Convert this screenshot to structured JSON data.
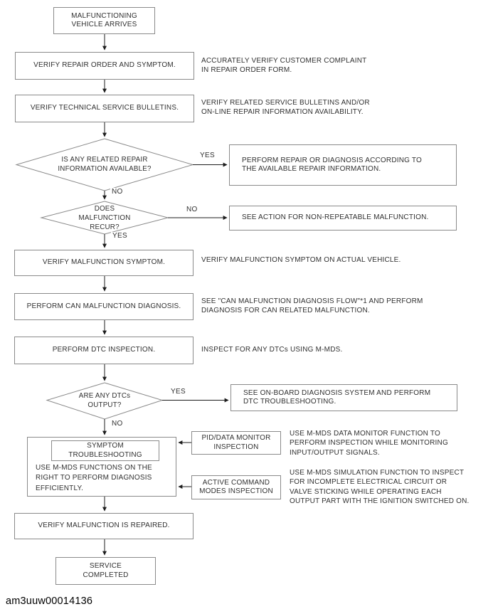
{
  "footer_code": "am3uuw00014136",
  "labels": {
    "yes": "YES",
    "no": "NO"
  },
  "flow": {
    "start": "MALFUNCTIONING\nVEHICLE ARRIVES",
    "verify_repair_order": "VERIFY REPAIR ORDER AND SYMPTOM.",
    "note_repair_order": "ACCURATELY VERIFY CUSTOMER COMPLAINT\nIN REPAIR ORDER FORM.",
    "verify_tsb": "VERIFY TECHNICAL SERVICE BULLETINS.",
    "note_tsb": "VERIFY RELATED SERVICE BULLETINS AND/OR\nON-LINE REPAIR INFORMATION AVAILABILITY.",
    "decision_repair_info": "IS ANY RELATED REPAIR\nINFORMATION AVAILABLE?",
    "perform_repair": "PERFORM REPAIR OR DIAGNOSIS ACCORDING TO\nTHE AVAILABLE REPAIR INFORMATION.",
    "decision_recur": "DOES\nMALFUNCTION\nRECUR?",
    "see_action_non_repeatable": "SEE ACTION FOR NON-REPEATABLE MALFUNCTION.",
    "verify_symptom": "VERIFY MALFUNCTION SYMPTOM.",
    "note_symptom": "VERIFY MALFUNCTION SYMPTOM ON ACTUAL VEHICLE.",
    "can_diagnosis": "PERFORM CAN MALFUNCTION DIAGNOSIS.",
    "note_can": "SEE \"CAN MALFUNCTION DIAGNOSIS FLOW\"*1 AND PERFORM\nDIAGNOSIS FOR CAN RELATED MALFUNCTION.",
    "dtc_inspection": "PERFORM DTC INSPECTION.",
    "note_dtc": "INSPECT FOR ANY DTCs USING M-MDS.",
    "decision_dtcs": "ARE ANY DTCs\nOUTPUT?",
    "see_obd": "SEE ON-BOARD DIAGNOSIS SYSTEM AND PERFORM\nDTC TROUBLESHOOTING.",
    "symptom_title": "SYMPTOM\nTROUBLESHOOTING",
    "symptom_body": "USE M-MDS FUNCTIONS ON THE\nRIGHT TO PERFORM DIAGNOSIS\nEFFICIENTLY.",
    "pid_inspection": "PID/DATA MONITOR\nINSPECTION",
    "note_pid": "USE M-MDS DATA MONITOR FUNCTION TO\nPERFORM INSPECTION WHILE MONITORING\nINPUT/OUTPUT SIGNALS.",
    "active_command": "ACTIVE COMMAND\nMODES INSPECTION",
    "note_active": "USE M-MDS SIMULATION FUNCTION TO INSPECT\nFOR INCOMPLETE ELECTRICAL CIRCUIT OR\nVALVE STICKING WHILE OPERATING EACH\nOUTPUT PART WITH THE IGNITION SWITCHED ON.",
    "verify_repaired": "VERIFY MALFUNCTION IS REPAIRED.",
    "service_completed": "SERVICE\nCOMPLETED"
  },
  "colors": {
    "box_border": "#8a8a8a",
    "connector": "#1c1c1c",
    "text": "#303030",
    "background": "#ffffff"
  }
}
